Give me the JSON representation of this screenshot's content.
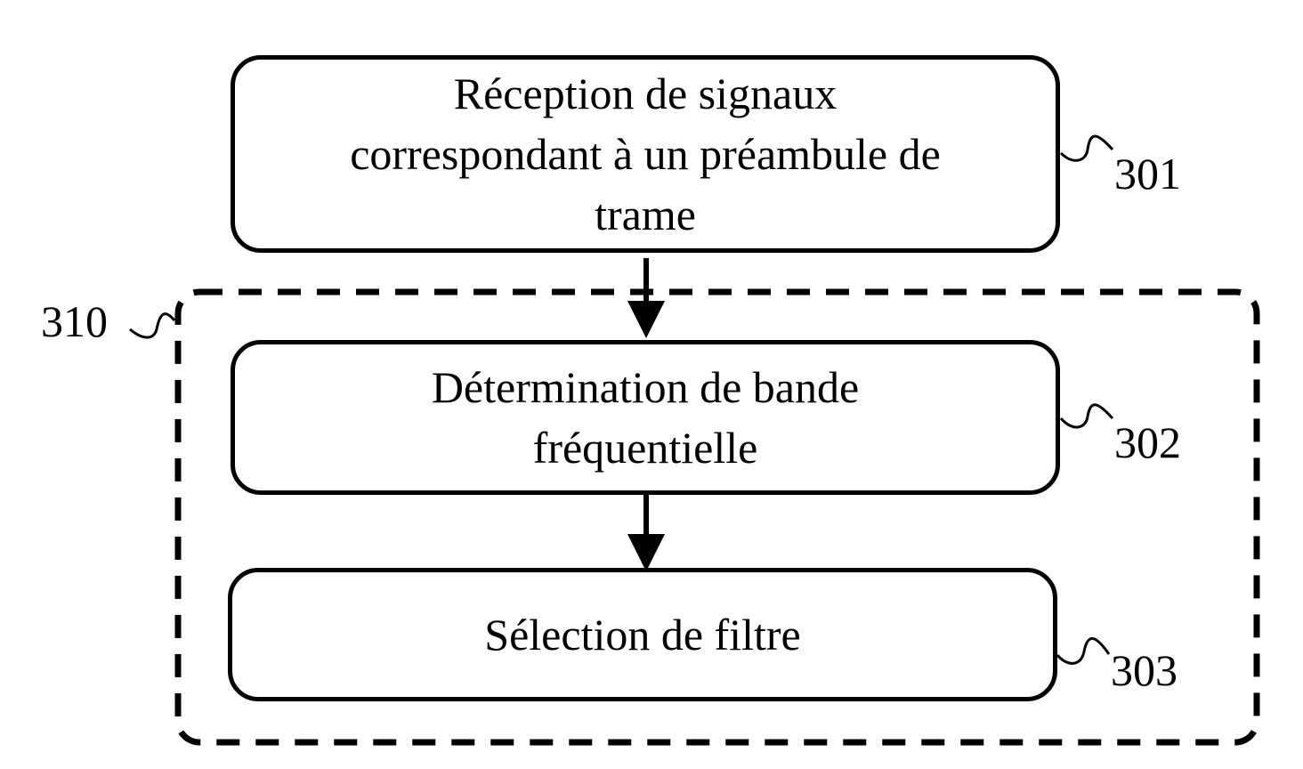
{
  "diagram": {
    "type": "flowchart",
    "group": {
      "label": "310",
      "style": "dashed-rounded-border",
      "contains": [
        "302",
        "303"
      ]
    },
    "steps": [
      {
        "ref": "301",
        "lines": [
          "Réception de signaux",
          "correspondant à un préambule de",
          "trame"
        ]
      },
      {
        "ref": "302",
        "lines": [
          "Détermination de bande",
          "fréquentielle"
        ]
      },
      {
        "ref": "303",
        "lines": [
          "Sélection de filtre"
        ]
      }
    ],
    "edges": [
      {
        "from": "301",
        "to": "302"
      },
      {
        "from": "302",
        "to": "303"
      }
    ],
    "colors": {
      "stroke": "#000000",
      "background": "#ffffff"
    }
  }
}
